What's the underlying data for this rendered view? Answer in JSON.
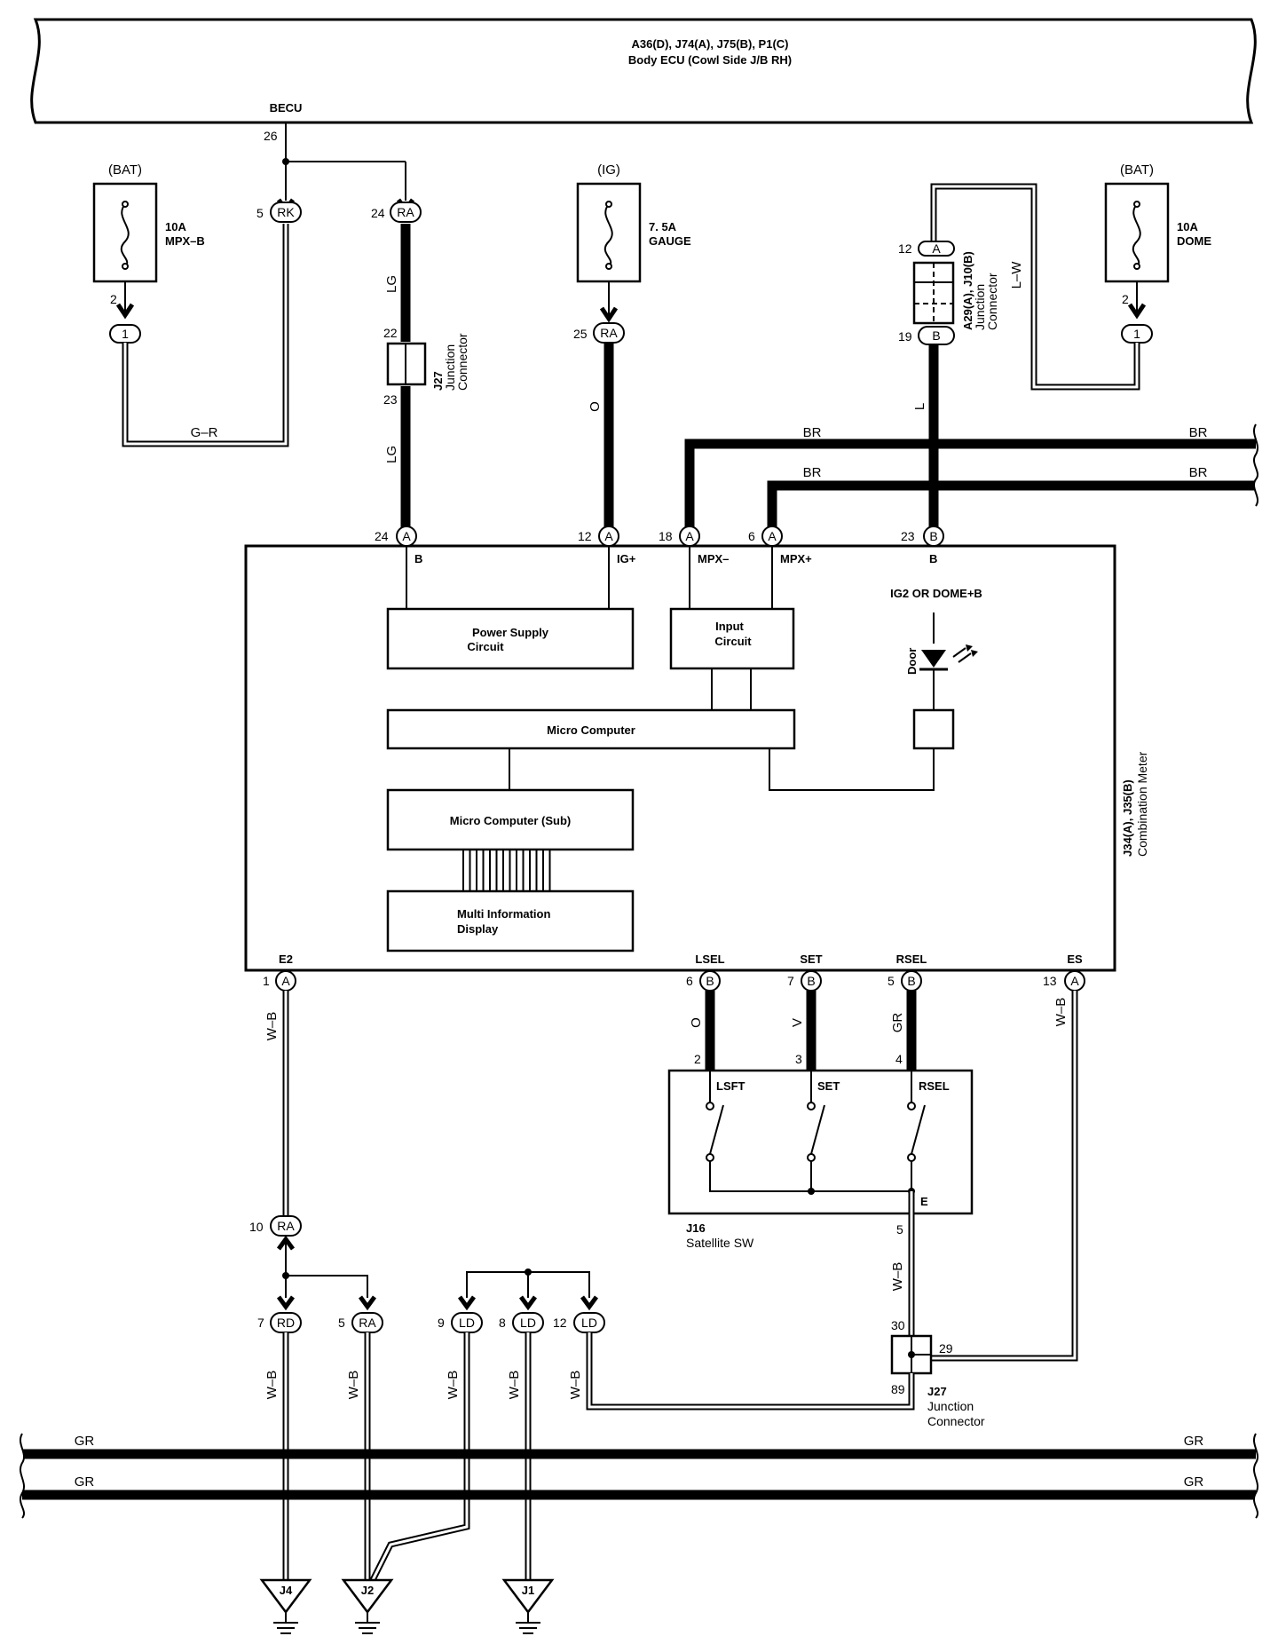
{
  "ecu": {
    "title": "A36(D), J74(A), J75(B), P1(C)",
    "subtitle": "Body ECU (Cowl Side J/B RH)",
    "terminal": "BECU",
    "pin": "26"
  },
  "fuses": [
    {
      "source": "(BAT)",
      "rating": "10A",
      "name": "MPX–B",
      "pin": "2",
      "conn": "1"
    },
    {
      "source": "(IG)",
      "rating": "7. 5A",
      "name": "GAUGE",
      "pin": "25",
      "conn": "RA"
    },
    {
      "source": "(BAT)",
      "rating": "10A",
      "name": "DOME",
      "pin": "2",
      "conn": "1"
    }
  ],
  "connectors": {
    "c5rk": {
      "pin": "5",
      "id": "RK"
    },
    "c24ra": {
      "pin": "24",
      "id": "RA"
    },
    "c12a_jc": {
      "pin": "12",
      "id": "A"
    },
    "c19b_jc": {
      "pin": "19",
      "id": "B"
    },
    "m24": {
      "pin": "24",
      "id": "A"
    },
    "m12": {
      "pin": "12",
      "id": "A"
    },
    "m18": {
      "pin": "18",
      "id": "A"
    },
    "m6": {
      "pin": "6",
      "id": "A"
    },
    "m23": {
      "pin": "23",
      "id": "B"
    },
    "e2": {
      "pin": "1",
      "id": "A"
    },
    "lsel": {
      "pin": "6",
      "id": "B"
    },
    "set": {
      "pin": "7",
      "id": "B"
    },
    "rsel": {
      "pin": "5",
      "id": "B"
    },
    "es": {
      "pin": "13",
      "id": "A"
    },
    "ra10": {
      "pin": "10",
      "id": "RA"
    },
    "rd7": {
      "pin": "7",
      "id": "RD"
    },
    "ra5": {
      "pin": "5",
      "id": "RA"
    },
    "ld9": {
      "pin": "9",
      "id": "LD"
    },
    "ld8": {
      "pin": "8",
      "id": "LD"
    },
    "ld12": {
      "pin": "12",
      "id": "LD"
    }
  },
  "wires": {
    "g_r": "G–R",
    "lg": "LG",
    "o": "O",
    "l": "L",
    "l_w": "L–W",
    "br": "BR",
    "w_b": "W–B",
    "v": "V",
    "gr": "GR"
  },
  "j27_top": {
    "id": "J27",
    "name1": "Junction",
    "name2": "Connector",
    "pin_in": "22",
    "pin_out": "23"
  },
  "jc_a29": {
    "id": "A29(A), J10(B)",
    "name1": "Junction",
    "name2": "Connector"
  },
  "meter": {
    "id": "J34(A), J35(B)",
    "name": "Combination Meter",
    "pins_top": {
      "b": "B",
      "ig": "IG+",
      "mpx_minus": "MPX–",
      "mpx_plus": "MPX+",
      "b2": "B"
    },
    "pins_bottom": {
      "e2": "E2",
      "lsel": "LSEL",
      "set": "SET",
      "rsel": "RSEL",
      "es": "ES"
    },
    "power_supply": {
      "line1": "Power Supply",
      "line2": "Circuit"
    },
    "input": {
      "line1": "Input",
      "line2": "Circuit"
    },
    "micro": "Micro Computer",
    "micro_sub": "Micro Computer (Sub)",
    "display": {
      "line1": "Multi Information",
      "line2": "Display"
    },
    "ig2": "IG2 OR DOME+B",
    "door": "Door"
  },
  "satellite": {
    "id": "J16",
    "name": "Satellite SW",
    "pins": {
      "lsft": "2",
      "set": "3",
      "rsel": "4",
      "e": "5"
    },
    "labels": {
      "lsft": "LSFT",
      "set": "SET",
      "rsel": "RSEL",
      "e": "E"
    }
  },
  "j27_bottom": {
    "id": "J27",
    "name1": "Junction",
    "name2": "Connector",
    "p30": "30",
    "p29": "29",
    "p89": "89"
  },
  "grounds": [
    "J4",
    "J2",
    "J1"
  ]
}
